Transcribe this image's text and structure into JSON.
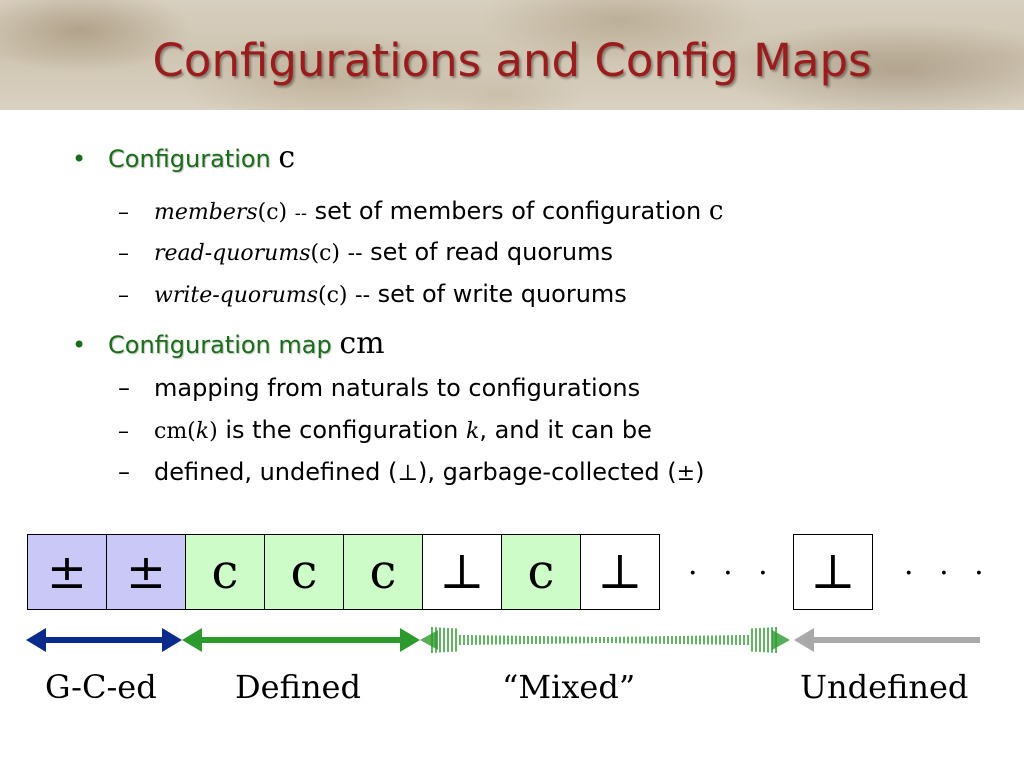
{
  "slide": {
    "title": "Configurations and Config Maps"
  },
  "bullets": [
    {
      "label": "Configuration",
      "symbol": "c",
      "subs": [
        {
          "name": "members",
          "arg": "(c)",
          "sep": "--",
          "text": "set of members of configuration",
          "tail": "c"
        },
        {
          "name": "read-quorums",
          "arg": "(c)",
          "sep": "--",
          "text": "set of read quorums"
        },
        {
          "name": "write-quorums",
          "arg": "(c)",
          "sep": "--",
          "text": "set of write quorums"
        }
      ]
    },
    {
      "label": "Configuration map",
      "symbol": "cm",
      "subs": [
        {
          "text": "mapping from naturals to configurations"
        },
        {
          "pre": "cm(",
          "var": "k",
          "post": ")",
          "text": "is the configuration",
          "var2": "k",
          "rest": ", and it can be"
        },
        {
          "text_a": "defined, undefined (",
          "sym_undef": "⊥",
          "text_b": "), garbage-collected (",
          "sym_gc": "±",
          "text_c": ")"
        }
      ]
    }
  ],
  "dash": "–",
  "bullet_glyph": "•",
  "cells": [
    {
      "value": "±",
      "state": "gc"
    },
    {
      "value": "±",
      "state": "gc"
    },
    {
      "value": "c",
      "state": "def"
    },
    {
      "value": "c",
      "state": "def"
    },
    {
      "value": "c",
      "state": "def"
    },
    {
      "value": "⊥",
      "state": "undef"
    },
    {
      "value": "c",
      "state": "def"
    },
    {
      "value": "⊥",
      "state": "undef"
    }
  ],
  "ellipsis": "· · ·",
  "lone_cell": "⊥",
  "regions": {
    "gced": "G-C-ed",
    "defined": "Defined",
    "mixed": "“Mixed”",
    "undefined": "Undefined"
  },
  "colors": {
    "title": "#9b1c1c",
    "bullet": "#1a6e1a",
    "gc_fill": "#c9c8f7",
    "def_fill": "#cdfcc9",
    "gc_arrow": "#0a2a8c",
    "def_arrow": "#2e9a2e",
    "undef_arrow": "#a9a9a9"
  }
}
